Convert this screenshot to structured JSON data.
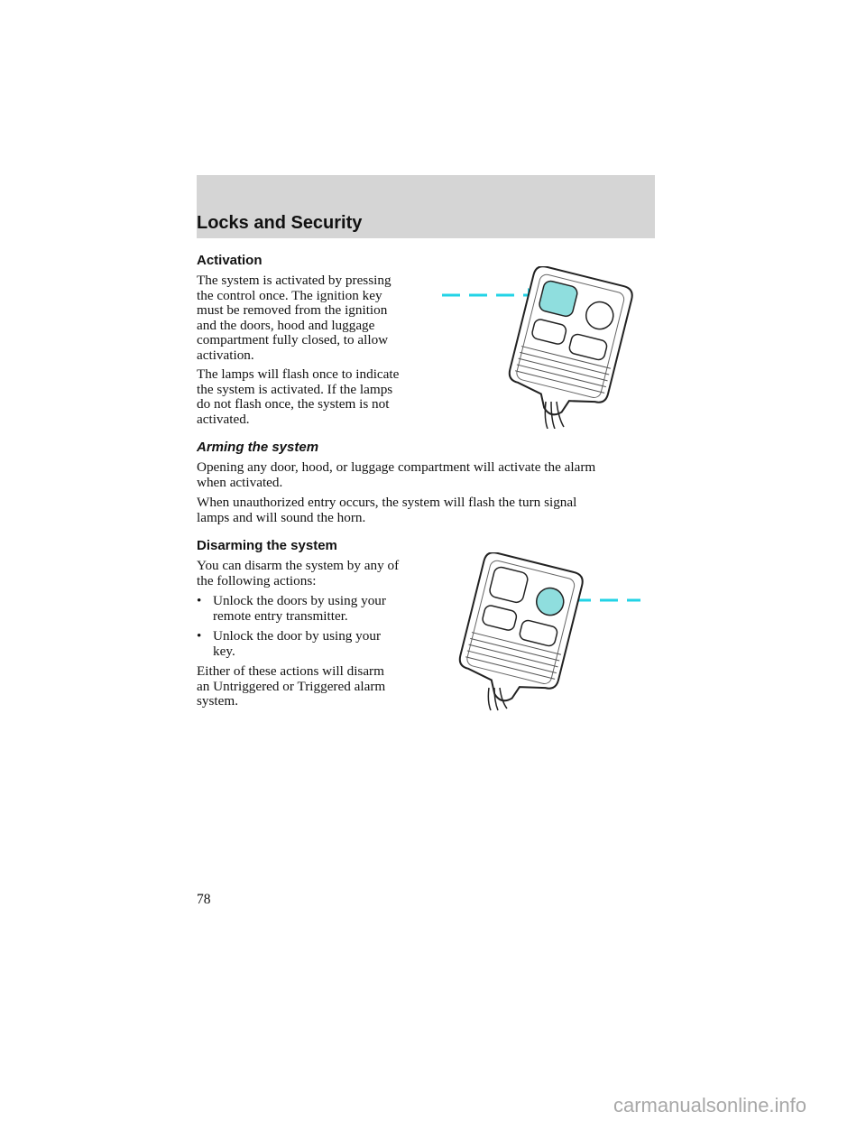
{
  "header": {
    "title": "Locks and Security"
  },
  "activation": {
    "heading": "Activation",
    "p1": [
      "The system is activated by pressing",
      "the control once. The ignition key",
      "must be removed from the ignition",
      "and the doors, hood and luggage",
      "compartment fully closed, to allow",
      "activation."
    ],
    "p2": [
      "The lamps will flash once to indicate",
      "the system is activated. If the lamps",
      "do not flash once, the system is not",
      "activated."
    ]
  },
  "arming": {
    "heading": "Arming the system",
    "p1": [
      "Opening any door, hood, or luggage compartment will activate the alarm",
      "when activated."
    ],
    "p2": [
      "When unauthorized entry occurs, the system will flash the turn signal",
      "lamps and will sound the horn."
    ]
  },
  "disarming": {
    "heading": "Disarming the system",
    "p1": [
      "You can disarm the system by any of",
      "the following actions:"
    ],
    "bullets": [
      {
        "bullet": "•",
        "lines": [
          "Unlock the doors by using your",
          "remote entry transmitter."
        ]
      },
      {
        "bullet": "•",
        "lines": [
          "Unlock the door by using your",
          "key."
        ]
      }
    ],
    "p2": [
      "Either of these actions will disarm",
      "an Untriggered or Triggered alarm",
      "system."
    ]
  },
  "figures": {
    "highlight_color": "#8fdede",
    "arrow_color": "#22d3e6",
    "fob1_highlight": "lock-button",
    "fob2_highlight": "unlock-button"
  },
  "page_number": "78",
  "watermark": "carmanualsonline.info"
}
